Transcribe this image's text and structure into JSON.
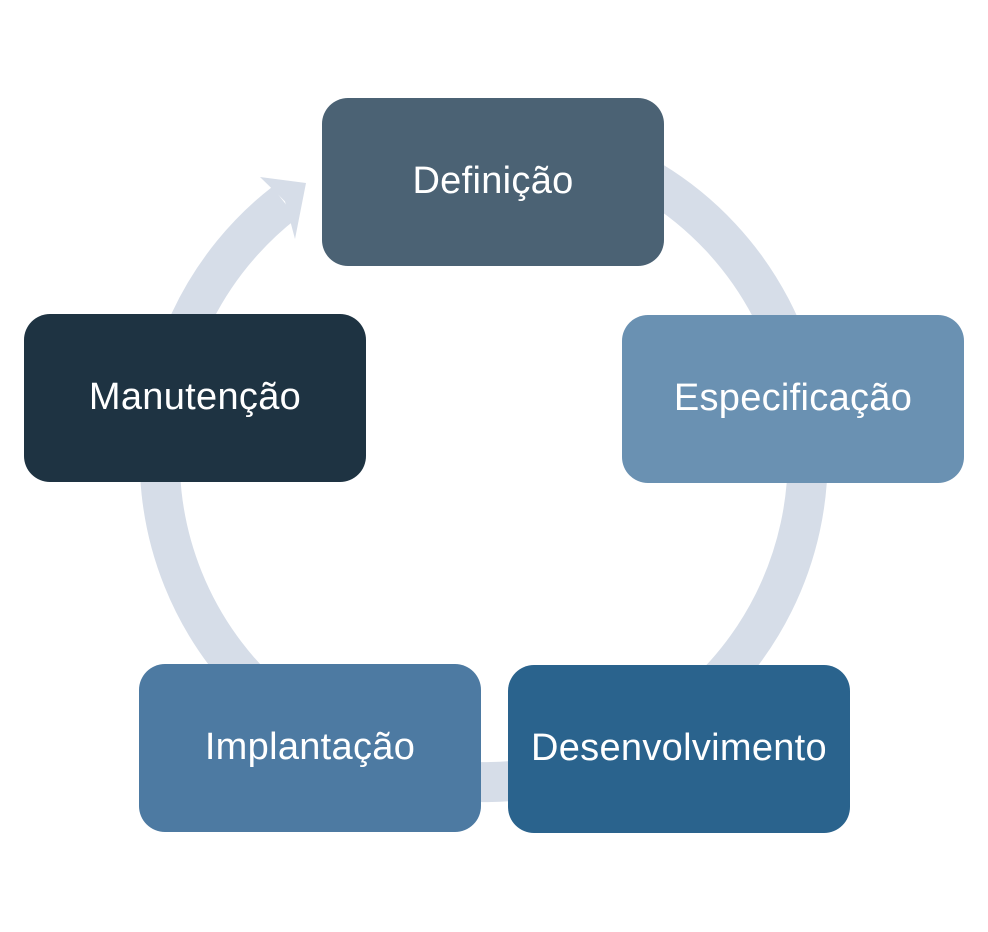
{
  "diagram": {
    "type": "cycle",
    "flow_direction": "clockwise",
    "background": "#ffffff",
    "ring_color": "#d6dde8",
    "text_color": "#ffffff",
    "steps": [
      {
        "label": "Definição",
        "color": "#4b6274"
      },
      {
        "label": "Especificação",
        "color": "#6a91b2"
      },
      {
        "label": "Desenvolvimento",
        "color": "#2a638d"
      },
      {
        "label": "Implantação",
        "color": "#4d7aa2"
      },
      {
        "label": "Manutenção",
        "color": "#1e3342"
      }
    ]
  }
}
